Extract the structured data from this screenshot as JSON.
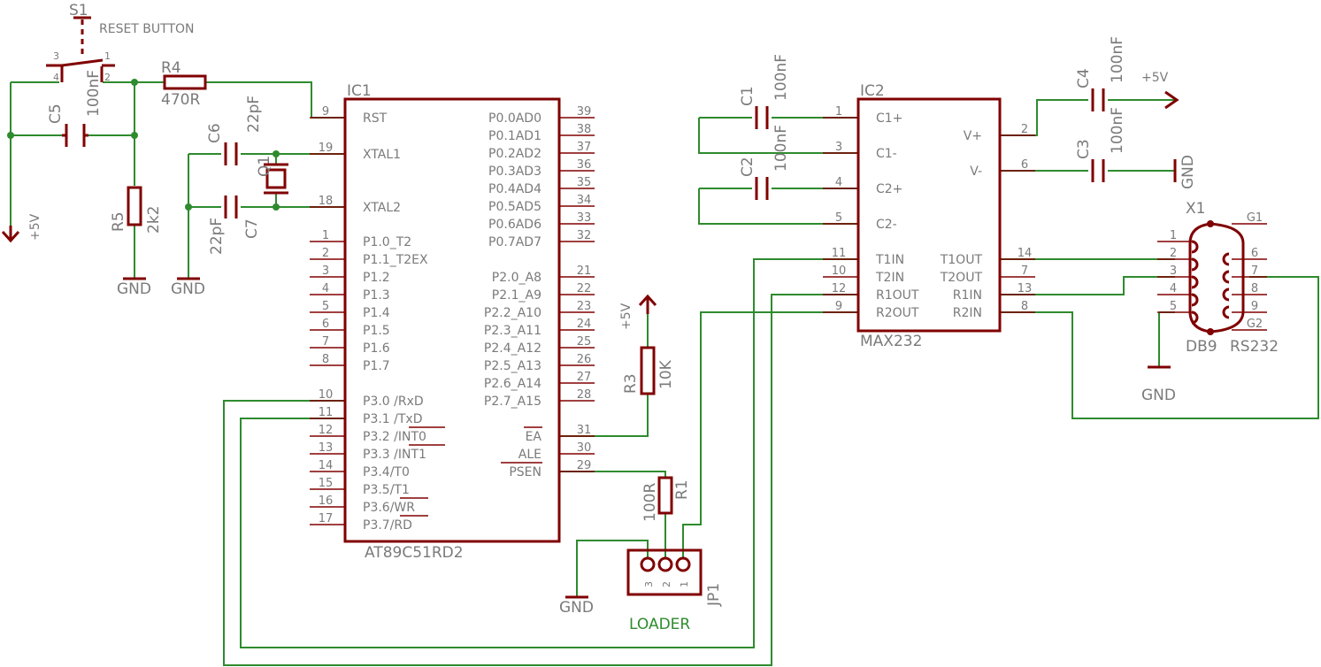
{
  "switch": {
    "ref": "S1",
    "name": "RESET BUTTON",
    "pins": [
      "3",
      "4",
      "1",
      "2"
    ]
  },
  "resistors": [
    {
      "ref": "R4",
      "value": "470R"
    },
    {
      "ref": "R5",
      "value": "2k2"
    },
    {
      "ref": "R3",
      "value": "10K"
    },
    {
      "ref": "R1",
      "value": "100R"
    }
  ],
  "capacitors": [
    {
      "ref": "C5",
      "value": "100nF"
    },
    {
      "ref": "C6",
      "value": "22pF"
    },
    {
      "ref": "C7",
      "value": "22pF"
    },
    {
      "ref": "C1",
      "value": "100nF"
    },
    {
      "ref": "C2",
      "value": "100nF"
    },
    {
      "ref": "C4",
      "value": "100nF"
    },
    {
      "ref": "C3",
      "value": "100nF"
    }
  ],
  "crystal": {
    "ref": "Q1"
  },
  "power": {
    "vcc": "+5V",
    "gnd": "GND"
  },
  "ic1": {
    "ref": "IC1",
    "part": "AT89C51RD2",
    "left_pins": [
      {
        "num": "9",
        "name": "RST"
      },
      {
        "num": "19",
        "name": "XTAL1"
      },
      {
        "num": "18",
        "name": "XTAL2"
      },
      {
        "num": "1",
        "name": "P1.0_T2"
      },
      {
        "num": "2",
        "name": "P1.1_T2EX"
      },
      {
        "num": "3",
        "name": "P1.2"
      },
      {
        "num": "4",
        "name": "P1.3"
      },
      {
        "num": "5",
        "name": "P1.4"
      },
      {
        "num": "6",
        "name": "P1.5"
      },
      {
        "num": "7",
        "name": "P1.6"
      },
      {
        "num": "8",
        "name": "P1.7"
      },
      {
        "num": "10",
        "name": "P3.0 /RxD"
      },
      {
        "num": "11",
        "name": "P3.1 /TxD"
      },
      {
        "num": "12",
        "name": "P3.2 /INT0"
      },
      {
        "num": "13",
        "name": "P3.3 /INT1"
      },
      {
        "num": "14",
        "name": "P3.4/T0"
      },
      {
        "num": "15",
        "name": "P3.5/T1"
      },
      {
        "num": "16",
        "name": "P3.6/WR"
      },
      {
        "num": "17",
        "name": "P3.7/RD"
      }
    ],
    "right_pins": [
      {
        "num": "39",
        "name": "P0.0AD0"
      },
      {
        "num": "38",
        "name": "P0.1AD1"
      },
      {
        "num": "37",
        "name": "P0.2AD2"
      },
      {
        "num": "36",
        "name": "P0.3AD3"
      },
      {
        "num": "35",
        "name": "P0.4AD4"
      },
      {
        "num": "34",
        "name": "P0.5AD5"
      },
      {
        "num": "33",
        "name": "P0.6AD6"
      },
      {
        "num": "32",
        "name": "P0.7AD7"
      },
      {
        "num": "21",
        "name": "P2.0_A8"
      },
      {
        "num": "22",
        "name": "P2.1_A9"
      },
      {
        "num": "23",
        "name": "P2.2_A10"
      },
      {
        "num": "24",
        "name": "P2.3_A11"
      },
      {
        "num": "25",
        "name": "P2.4_A12"
      },
      {
        "num": "26",
        "name": "P2.5_A13"
      },
      {
        "num": "27",
        "name": "P2.6_A14"
      },
      {
        "num": "28",
        "name": "P2.7_A15"
      },
      {
        "num": "31",
        "name": "EA"
      },
      {
        "num": "30",
        "name": "ALE"
      },
      {
        "num": "29",
        "name": "PSEN"
      }
    ]
  },
  "ic2": {
    "ref": "IC2",
    "part": "MAX232",
    "left_pins": [
      {
        "num": "1",
        "name": "C1+"
      },
      {
        "num": "3",
        "name": "C1-"
      },
      {
        "num": "4",
        "name": "C2+"
      },
      {
        "num": "5",
        "name": "C2-"
      },
      {
        "num": "11",
        "name": "T1IN"
      },
      {
        "num": "10",
        "name": "T2IN"
      },
      {
        "num": "12",
        "name": "R1OUT"
      },
      {
        "num": "9",
        "name": "R2OUT"
      }
    ],
    "right_pins": [
      {
        "num": "2",
        "name": "V+"
      },
      {
        "num": "6",
        "name": "V-"
      },
      {
        "num": "14",
        "name": "T1OUT"
      },
      {
        "num": "7",
        "name": "T2OUT"
      },
      {
        "num": "13",
        "name": "R1IN"
      },
      {
        "num": "8",
        "name": "R2IN"
      }
    ]
  },
  "connector": {
    "ref": "X1",
    "part": "DB9",
    "name": "RS232",
    "left_pins": [
      "1",
      "2",
      "3",
      "4",
      "5"
    ],
    "right_pins": [
      "G1",
      "6",
      "7",
      "8",
      "9",
      "G2"
    ]
  },
  "jumper": {
    "ref": "JP1",
    "name": "LOADER",
    "pins": [
      "3",
      "2",
      "1"
    ]
  },
  "colors": {
    "component": "#800000",
    "wire": "#2e8b2e",
    "text": "#7a7a7a"
  }
}
